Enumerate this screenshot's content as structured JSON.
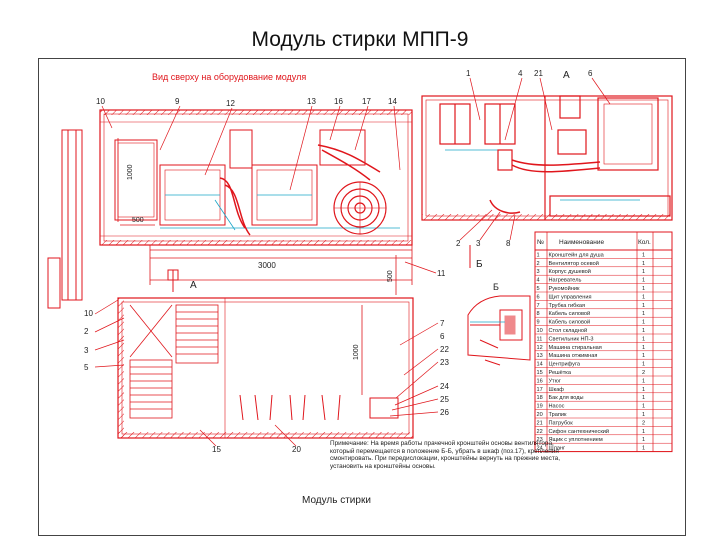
{
  "title": "Модуль стирки МПП-9",
  "plan_caption": "Вид сверху на оборудование модуля",
  "bottom_caption": "Модуль стирки",
  "dimensions": {
    "length_main": "3000",
    "width_left": "500",
    "height_1000_top": "1000",
    "height_1000_bottom": "1000",
    "dim_500_right": "500"
  },
  "section_labels": {
    "a_plan": "А",
    "a_view": "А",
    "b_plan": "Б",
    "b_detail": "Б"
  },
  "callouts_top": [
    "10",
    "9",
    "12",
    "13",
    "16",
    "17",
    "14",
    "1",
    "4",
    "21",
    "6"
  ],
  "callouts_side": [
    "2",
    "3",
    "8",
    "11",
    "7",
    "6",
    "22",
    "23",
    "24",
    "25",
    "26",
    "20",
    "15",
    "10",
    "2",
    "3",
    "5"
  ],
  "spec_table": {
    "header": [
      "№",
      "Наименование",
      "Кол."
    ],
    "rows": [
      [
        "1",
        "Кронштейн для душа",
        "1"
      ],
      [
        "2",
        "Вентилятор осевой",
        "1"
      ],
      [
        "3",
        "Корпус душевой",
        "1"
      ],
      [
        "4",
        "Нагреватель",
        "1"
      ],
      [
        "5",
        "Рукомойник",
        "1"
      ],
      [
        "6",
        "Щит управления",
        "1"
      ],
      [
        "7",
        "Трубка гибкая",
        "1"
      ],
      [
        "8",
        "Кабель силовой",
        "1"
      ],
      [
        "9",
        "Кабель силовой",
        "1"
      ],
      [
        "10",
        "Стол складной",
        "1"
      ],
      [
        "11",
        "Светильник НП-3",
        "1"
      ],
      [
        "12",
        "Машина стиральная",
        "1"
      ],
      [
        "13",
        "Машина отжимная",
        "1"
      ],
      [
        "14",
        "Центрифуга",
        "1"
      ],
      [
        "15",
        "Решётка",
        "2"
      ],
      [
        "16",
        "Утюг",
        "1"
      ],
      [
        "17",
        "Шкаф",
        "1"
      ],
      [
        "18",
        "Бак для воды",
        "1"
      ],
      [
        "19",
        "Насос",
        "1"
      ],
      [
        "20",
        "Трапик",
        "1"
      ],
      [
        "21",
        "Патрубок",
        "2"
      ],
      [
        "22",
        "Сифон сантехнический",
        "1"
      ],
      [
        "23",
        "Ящик с уплотнением",
        "1"
      ],
      [
        "24",
        "Шланг",
        "1"
      ]
    ]
  },
  "note": "Примечание: На время работы прачечной кронштейн основы вентилятора, который перемещается в положение Б-Б, убрать в шкаф (поз.17), крепления смонтировать. При передислокации, кронштейны вернуть на прежние места, установить на кронштейны основы.",
  "colors": {
    "drawing": "#e0161c",
    "accent": "#1aa6c8",
    "ink": "#222222"
  }
}
